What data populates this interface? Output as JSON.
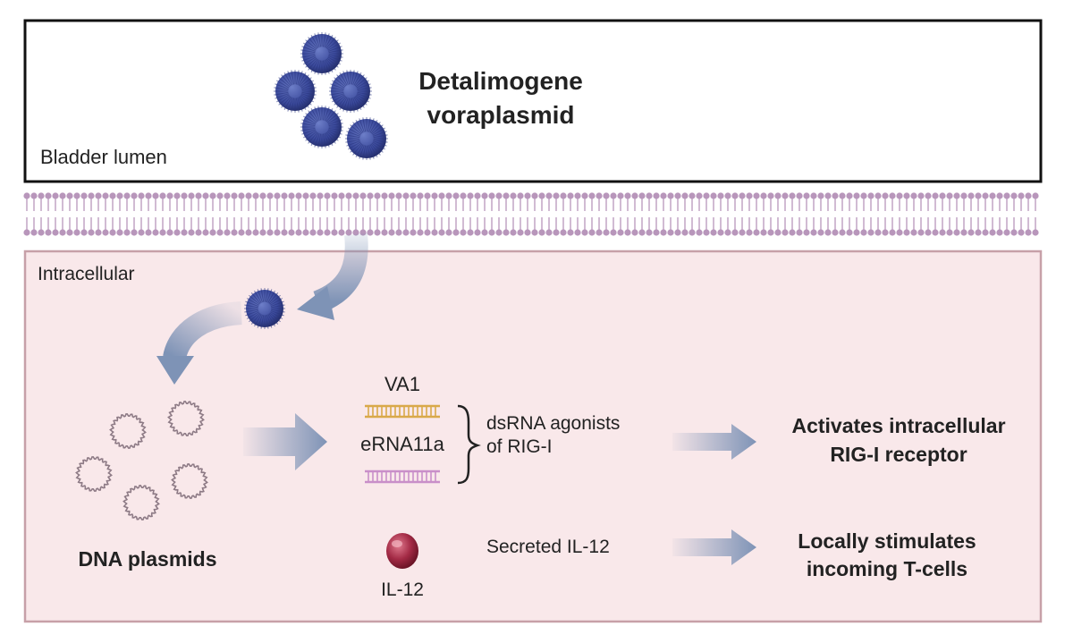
{
  "drug": {
    "name_line1": "Detalimogene",
    "name_line2": "voraplasmid"
  },
  "regions": {
    "lumen": "Bladder lumen",
    "intracellular": "Intracellular"
  },
  "plasmids": {
    "label": "DNA plasmids"
  },
  "rna": {
    "va1": "VA1",
    "erna": "eRNA11a",
    "agonist_line1": "dsRNA agonists",
    "agonist_line2": "of RIG-I"
  },
  "il12": {
    "label": "IL-12",
    "secreted": "Secreted IL-12"
  },
  "outcomes": {
    "rig_line1": "Activates intracellular",
    "rig_line2": "RIG-I receptor",
    "tcell_line1": "Locally stimulates",
    "tcell_line2": "incoming T-cells"
  },
  "colors": {
    "lumen_border": "#111111",
    "membrane": "#b896bb",
    "cell_fill": "#f9e8ea",
    "cell_border": "#c7a0a8",
    "arrow": "#7e93b6",
    "nanoparticle": "#3b4a9c",
    "va1_rna": "#d9a94a",
    "erna_rna": "#c98fc9",
    "il12": "#a32a45",
    "plasmid": "#8d7a85"
  },
  "icons": [
    "nanoparticle-icon",
    "plasmid-icon",
    "rna-duplex-icon",
    "il12-protein-icon",
    "lipid-bilayer"
  ]
}
